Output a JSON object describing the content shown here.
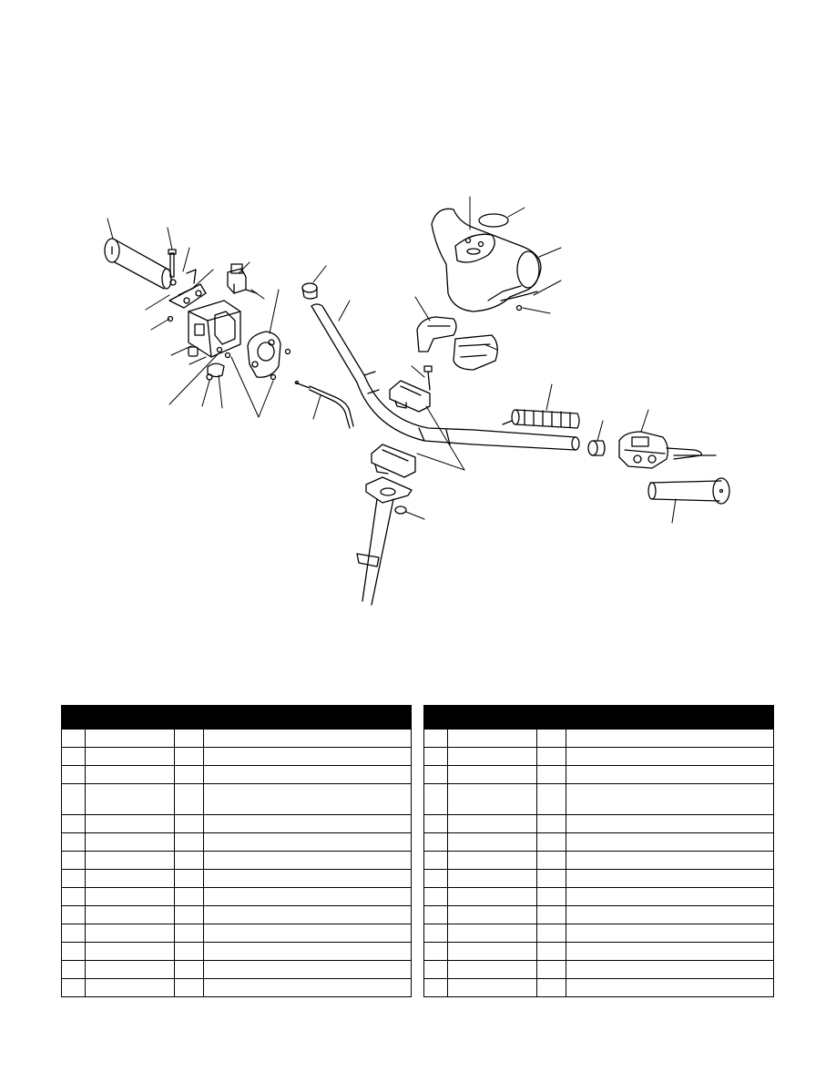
{
  "diagram": {
    "subject": "handlebar assembly exploded view",
    "callouts": []
  },
  "tables": [
    {
      "header": "",
      "row_heights": [
        20,
        20,
        20,
        34,
        20,
        20,
        20,
        20,
        20,
        20,
        20,
        20,
        20,
        20
      ]
    },
    {
      "header": "",
      "row_heights": [
        20,
        20,
        20,
        34,
        20,
        20,
        20,
        20,
        20,
        20,
        20,
        20,
        20,
        20
      ]
    }
  ]
}
